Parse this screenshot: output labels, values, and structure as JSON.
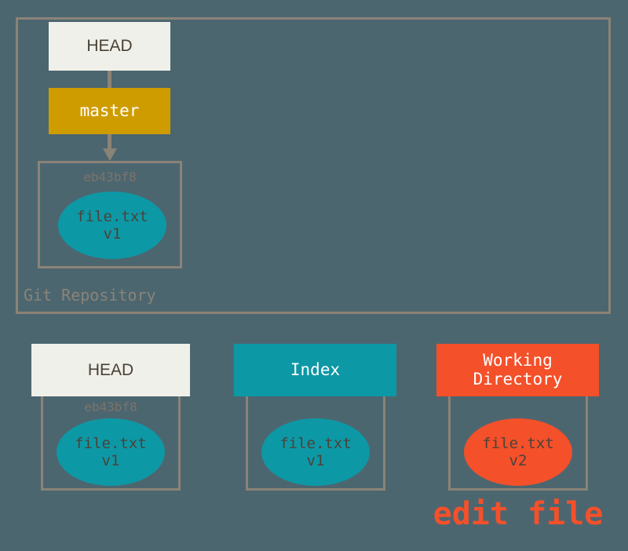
{
  "diagram": {
    "title": "Git staging area state after editing a file",
    "background_color": "#4c6670",
    "border_color": "#8a8377"
  },
  "repository": {
    "label": "Git Repository",
    "head": {
      "label": "HEAD",
      "bg_color": "#eff0e9",
      "text_color": "#4a4136"
    },
    "branch": {
      "label": "master",
      "bg_color": "#cf9c00",
      "text_color": "#ffffff"
    },
    "commit": {
      "hash": "eb43bf8",
      "blob": {
        "filename": "file.txt",
        "version": "v1",
        "color": "#0d98a6"
      }
    }
  },
  "columns": [
    {
      "id": "head",
      "header_label": "HEAD",
      "header_bg": "#eff0e9",
      "header_text_color": "#4a4136",
      "header_font": "sans",
      "hash": "eb43bf8",
      "blob": {
        "filename": "file.txt",
        "version": "v1",
        "color": "#0d98a6"
      }
    },
    {
      "id": "index",
      "header_label": "Index",
      "header_bg": "#0d98a6",
      "header_text_color": "#ffffff",
      "header_font": "mono",
      "hash": "",
      "blob": {
        "filename": "file.txt",
        "version": "v1",
        "color": "#0d98a6"
      }
    },
    {
      "id": "working-directory",
      "header_label": "Working\nDirectory",
      "header_bg": "#f4502a",
      "header_text_color": "#ffffff",
      "header_font": "mono",
      "hash": "",
      "blob": {
        "filename": "file.txt",
        "version": "v2",
        "color": "#f4502a"
      }
    }
  ],
  "annotation": {
    "edit_file_label": "edit file",
    "color": "#f4502a"
  }
}
